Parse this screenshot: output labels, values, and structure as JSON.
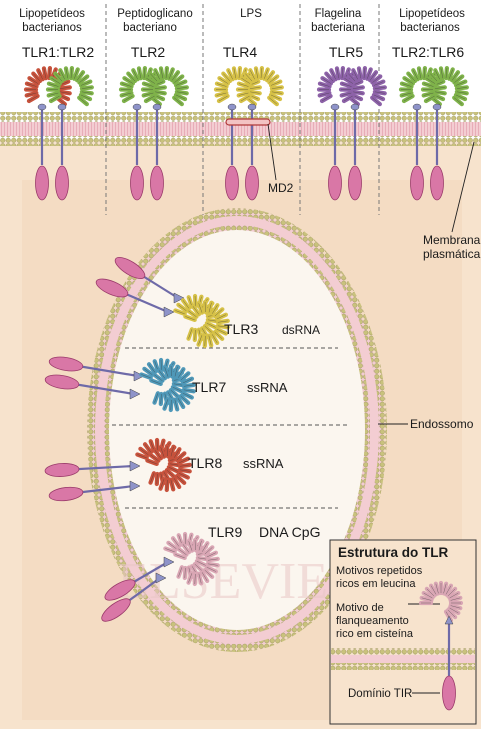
{
  "ligands": [
    {
      "line1": "Lipopetídeos",
      "line2": "bacterianos"
    },
    {
      "line1": "Peptidoglicano",
      "line2": "bacteriano"
    },
    {
      "line1": "LPS",
      "line2": ""
    },
    {
      "line1": "Flagelina",
      "line2": "bacteriana"
    },
    {
      "line1": "Lipopetídeos",
      "line2": "bacterianos"
    }
  ],
  "surface_receptors": [
    "TLR1:TLR2",
    "TLR2",
    "TLR4",
    "TLR5",
    "TLR2:TLR6"
  ],
  "md2_label": "MD2",
  "membrane_label": {
    "line1": "Membrana",
    "line2": "plasmática"
  },
  "endosome_label": "Endossomo",
  "endosomal_receptors": [
    {
      "name": "TLR3",
      "ligand": "dsRNA"
    },
    {
      "name": "TLR7",
      "ligand": "ssRNA"
    },
    {
      "name": "TLR8",
      "ligand": "ssRNA"
    },
    {
      "name": "TLR9",
      "ligand": "DNA CpG"
    }
  ],
  "inset": {
    "title": "Estrutura do TLR",
    "lrr_line1": "Motivos repetidos",
    "lrr_line2": "ricos em leucina",
    "cys_line1": "Motivo de",
    "cys_line2": "flanqueamento",
    "cys_line3": "rico em cisteína",
    "tir": "Domínio TIR"
  },
  "watermark": "ELSEVIER",
  "colors": {
    "cell_bg": "#f7e3cd",
    "membrane": "#c9c27d",
    "lipid_tail": "#e9b7bd",
    "tir": "#d977a6",
    "tlr_red": "#c7523c",
    "tlr_green": "#7fb24a",
    "tlr_yellow": "#d6c147",
    "tlr_purple": "#8d62a8",
    "tlr_blue": "#4f98b8",
    "tlr_pink": "#d9a6b4",
    "stalk": "#6e6aa8"
  }
}
